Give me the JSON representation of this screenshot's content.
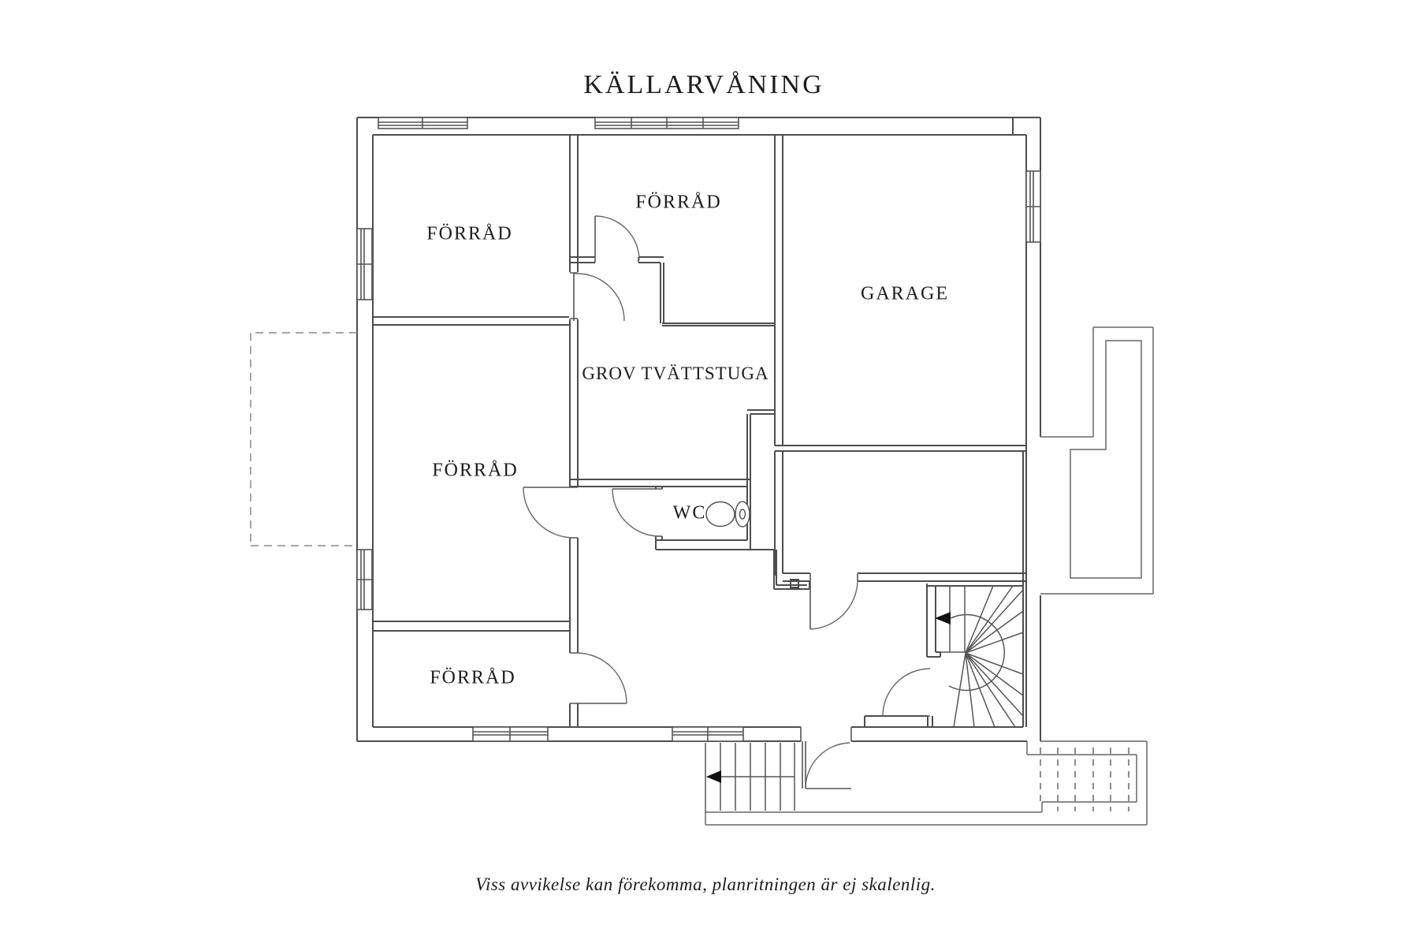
{
  "title": "KÄLLARVÅNING",
  "footer": "Viss avvikelse kan förekomma, planritningen är ej skalenlig.",
  "rooms": [
    {
      "id": "forrad-nw",
      "label": "FÖRRÅD"
    },
    {
      "id": "forrad-n",
      "label": "FÖRRÅD"
    },
    {
      "id": "garage",
      "label": "GARAGE"
    },
    {
      "id": "grov-tvattstuga",
      "label": "GROV TVÄTTSTUGA"
    },
    {
      "id": "forrad-w",
      "label": "FÖRRÅD"
    },
    {
      "id": "wc",
      "label": "WC"
    },
    {
      "id": "forrad-sw",
      "label": "FÖRRÅD"
    }
  ],
  "symbols": {
    "toilet": "toilet-fixture",
    "stair_arrows": "direction-down-arrow"
  },
  "colors": {
    "background": "#ffffff",
    "wall_line": "#4d4d4d",
    "detail_line": "#666666",
    "text": "#1c1c1c"
  }
}
